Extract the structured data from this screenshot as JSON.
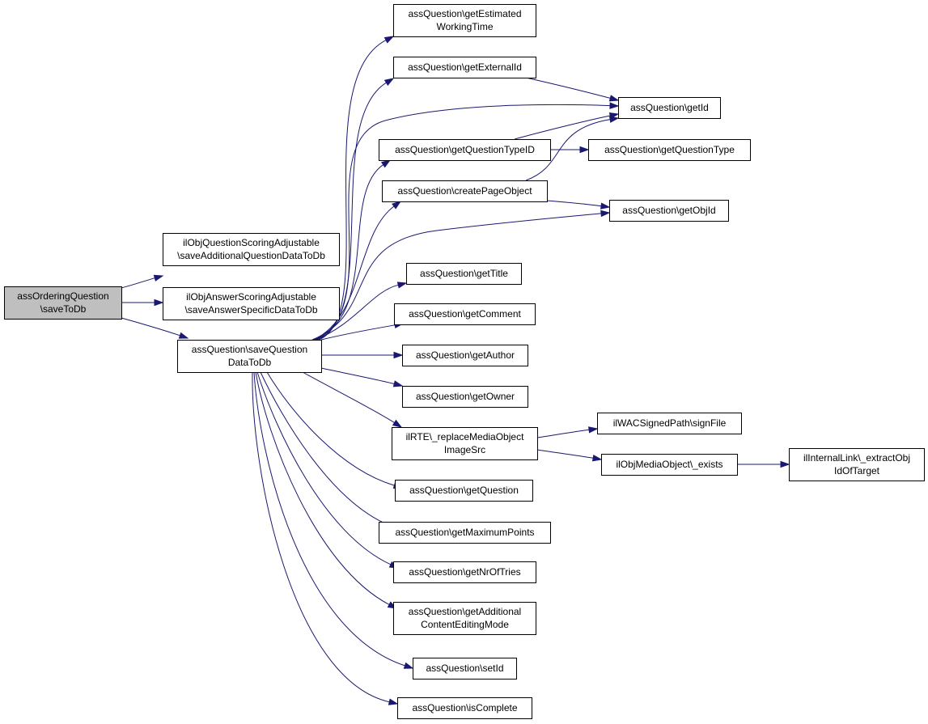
{
  "colors": {
    "edge": "#191970",
    "node_fill": "#ffffff",
    "root_fill": "#bfbfbf",
    "border": "#000000"
  },
  "nodes": [
    {
      "id": "root",
      "lines": [
        "assOrderingQuestion",
        "\\saveToDb"
      ],
      "highlight": true
    },
    {
      "id": "n_scoring",
      "lines": [
        "ilObjQuestionScoringAdjustable",
        "\\saveAdditionalQuestionDataToDb"
      ]
    },
    {
      "id": "n_answer",
      "lines": [
        "ilObjAnswerScoringAdjustable",
        "\\saveAnswerSpecificDataToDb"
      ]
    },
    {
      "id": "n_save",
      "lines": [
        "assQuestion\\saveQuestion",
        "DataToDb"
      ]
    },
    {
      "id": "n_est",
      "lines": [
        "assQuestion\\getEstimated",
        "WorkingTime"
      ]
    },
    {
      "id": "n_ext",
      "lines": [
        "assQuestion\\getExternalId"
      ]
    },
    {
      "id": "n_getid",
      "lines": [
        "assQuestion\\getId"
      ]
    },
    {
      "id": "n_qtypeid",
      "lines": [
        "assQuestion\\getQuestionTypeID"
      ]
    },
    {
      "id": "n_qtype",
      "lines": [
        "assQuestion\\getQuestionType"
      ]
    },
    {
      "id": "n_cpo",
      "lines": [
        "assQuestion\\createPageObject"
      ]
    },
    {
      "id": "n_objid",
      "lines": [
        "assQuestion\\getObjId"
      ]
    },
    {
      "id": "n_title",
      "lines": [
        "assQuestion\\getTitle"
      ]
    },
    {
      "id": "n_comment",
      "lines": [
        "assQuestion\\getComment"
      ]
    },
    {
      "id": "n_author",
      "lines": [
        "assQuestion\\getAuthor"
      ]
    },
    {
      "id": "n_owner",
      "lines": [
        "assQuestion\\getOwner"
      ]
    },
    {
      "id": "n_rte",
      "lines": [
        "ilRTE\\_replaceMediaObject",
        "ImageSrc"
      ]
    },
    {
      "id": "n_wac",
      "lines": [
        "ilWACSignedPath\\signFile"
      ]
    },
    {
      "id": "n_mob",
      "lines": [
        "ilObjMediaObject\\_exists"
      ]
    },
    {
      "id": "n_link",
      "lines": [
        "ilInternalLink\\_extractObj",
        "IdOfTarget"
      ]
    },
    {
      "id": "n_question",
      "lines": [
        "assQuestion\\getQuestion"
      ]
    },
    {
      "id": "n_maxpts",
      "lines": [
        "assQuestion\\getMaximumPoints"
      ]
    },
    {
      "id": "n_tries",
      "lines": [
        "assQuestion\\getNrOfTries"
      ]
    },
    {
      "id": "n_addl",
      "lines": [
        "assQuestion\\getAdditional",
        "ContentEditingMode"
      ]
    },
    {
      "id": "n_setid",
      "lines": [
        "assQuestion\\setId"
      ]
    },
    {
      "id": "n_complete",
      "lines": [
        "assQuestion\\isComplete"
      ]
    }
  ],
  "edges": [
    [
      "root",
      "n_scoring"
    ],
    [
      "root",
      "n_answer"
    ],
    [
      "root",
      "n_save"
    ],
    [
      "n_save",
      "n_est"
    ],
    [
      "n_save",
      "n_ext"
    ],
    [
      "n_save",
      "n_getid"
    ],
    [
      "n_save",
      "n_qtypeid"
    ],
    [
      "n_save",
      "n_cpo"
    ],
    [
      "n_save",
      "n_objid"
    ],
    [
      "n_save",
      "n_title"
    ],
    [
      "n_save",
      "n_comment"
    ],
    [
      "n_save",
      "n_author"
    ],
    [
      "n_save",
      "n_owner"
    ],
    [
      "n_save",
      "n_rte"
    ],
    [
      "n_save",
      "n_question"
    ],
    [
      "n_save",
      "n_maxpts"
    ],
    [
      "n_save",
      "n_tries"
    ],
    [
      "n_save",
      "n_addl"
    ],
    [
      "n_save",
      "n_setid"
    ],
    [
      "n_save",
      "n_complete"
    ],
    [
      "n_ext",
      "n_getid"
    ],
    [
      "n_qtypeid",
      "n_getid"
    ],
    [
      "n_qtypeid",
      "n_qtype"
    ],
    [
      "n_cpo",
      "n_getid"
    ],
    [
      "n_cpo",
      "n_objid"
    ],
    [
      "n_rte",
      "n_wac"
    ],
    [
      "n_rte",
      "n_mob"
    ],
    [
      "n_mob",
      "n_link"
    ]
  ]
}
